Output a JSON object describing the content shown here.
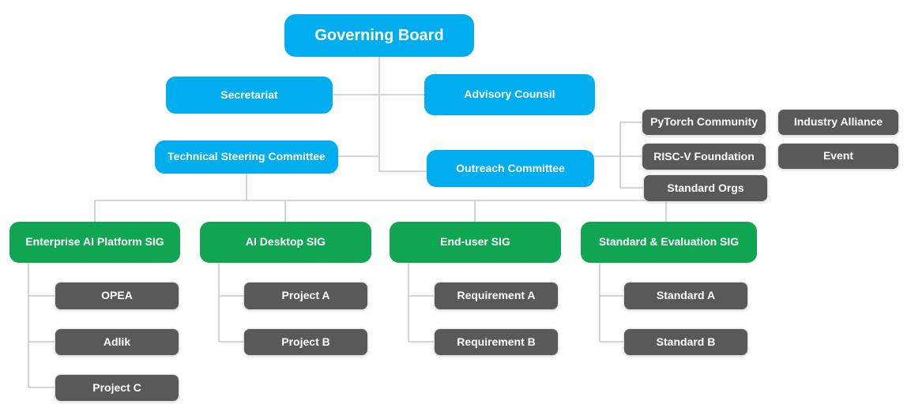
{
  "colors": {
    "blue": "#00AEEF",
    "green": "#10A551",
    "gray": "#595959",
    "line": "#BDBDBD",
    "text": "#FFFFFF",
    "background": "#FFFFFF"
  },
  "nodes": {
    "governing_board": {
      "label": "Governing Board"
    },
    "secretariat": {
      "label": "Secretariat"
    },
    "advisory_counsil": {
      "label": "Advisory Counsil"
    },
    "technical_steering_committee": {
      "label": "Technical Steering Committee"
    },
    "outreach_committee": {
      "label": "Outreach Committee"
    },
    "pytorch_community": {
      "label": "PyTorch Community"
    },
    "riscv_foundation": {
      "label": "RISC-V Foundation"
    },
    "standard_orgs": {
      "label": "Standard Orgs"
    },
    "industry_alliance": {
      "label": "Industry Alliance"
    },
    "event": {
      "label": "Event"
    },
    "enterprise_ai_platform_sig": {
      "label": "Enterprise AI Platform SIG"
    },
    "ai_desktop_sig": {
      "label": "AI Desktop SIG"
    },
    "end_user_sig": {
      "label": "End-user SIG"
    },
    "standard_evaluation_sig": {
      "label": "Standard & Evaluation SIG"
    },
    "opea": {
      "label": "OPEA"
    },
    "adlik": {
      "label": "Adlik"
    },
    "project_c": {
      "label": "Project C"
    },
    "project_a": {
      "label": "Project A"
    },
    "project_b": {
      "label": "Project B"
    },
    "requirement_a": {
      "label": "Requirement A"
    },
    "requirement_b": {
      "label": "Requirement B"
    },
    "standard_a": {
      "label": "Standard A"
    },
    "standard_b": {
      "label": "Standard B"
    }
  }
}
